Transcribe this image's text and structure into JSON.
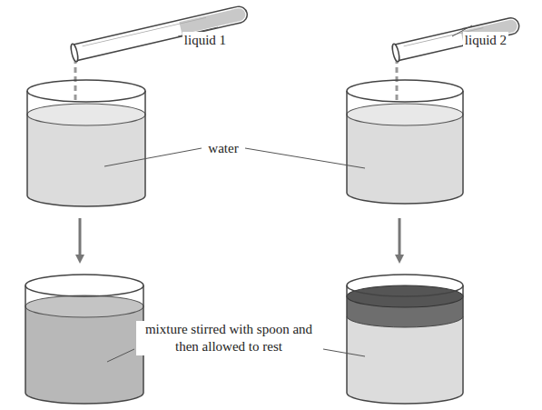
{
  "diagram": {
    "labels": [
      "liquid 1",
      "liquid 2",
      "water",
      "mixture stirred with spoon and then allowed to rest"
    ]
  }
}
